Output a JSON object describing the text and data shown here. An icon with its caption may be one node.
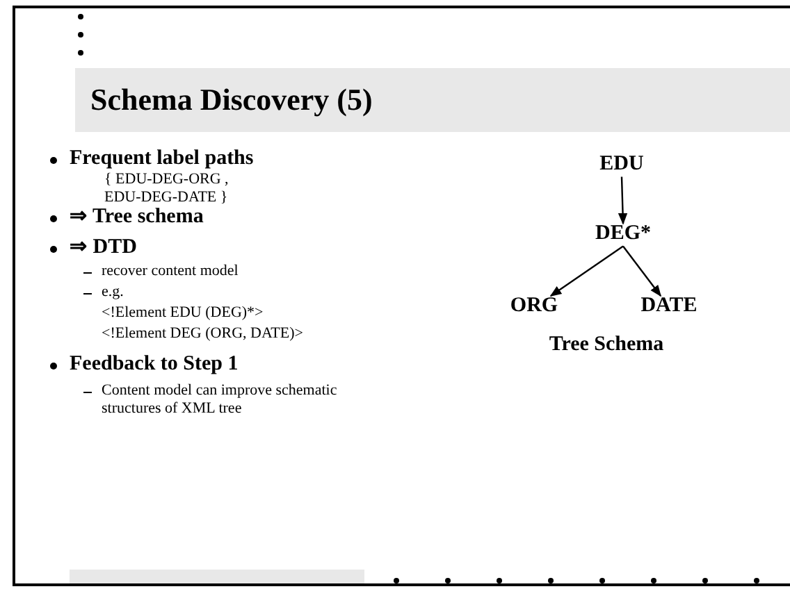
{
  "diagram": {
    "title": "Schema Discovery (5)",
    "nodes": [
      {
        "text": [
          "EDU"
        ]
      },
      {
        "text": [
          "DEG*"
        ]
      },
      {
        "text": [
          "ORG"
        ]
      },
      {
        "text": [
          "DATE"
        ]
      }
    ],
    "edges": [
      {
        "from": 0,
        "to": 1,
        "arrow": "to"
      },
      {
        "from": 1,
        "to": 2,
        "arrow": "to"
      },
      {
        "from": 1,
        "to": 3,
        "arrow": "to"
      }
    ],
    "labels": [
      "Frequent label paths",
      "{ EDU-DEG-ORG , EDU-DEG-DATE }",
      "⇒ Tree schema",
      "⇒ DTD",
      "recover content model",
      "e.g.",
      "<!Element EDU (DEG)*>",
      "<!Element DEG (ORG, DATE)>",
      "Feedback to Step 1",
      "Content model can improve schematic structures of XML tree",
      "Tree Schema"
    ]
  }
}
